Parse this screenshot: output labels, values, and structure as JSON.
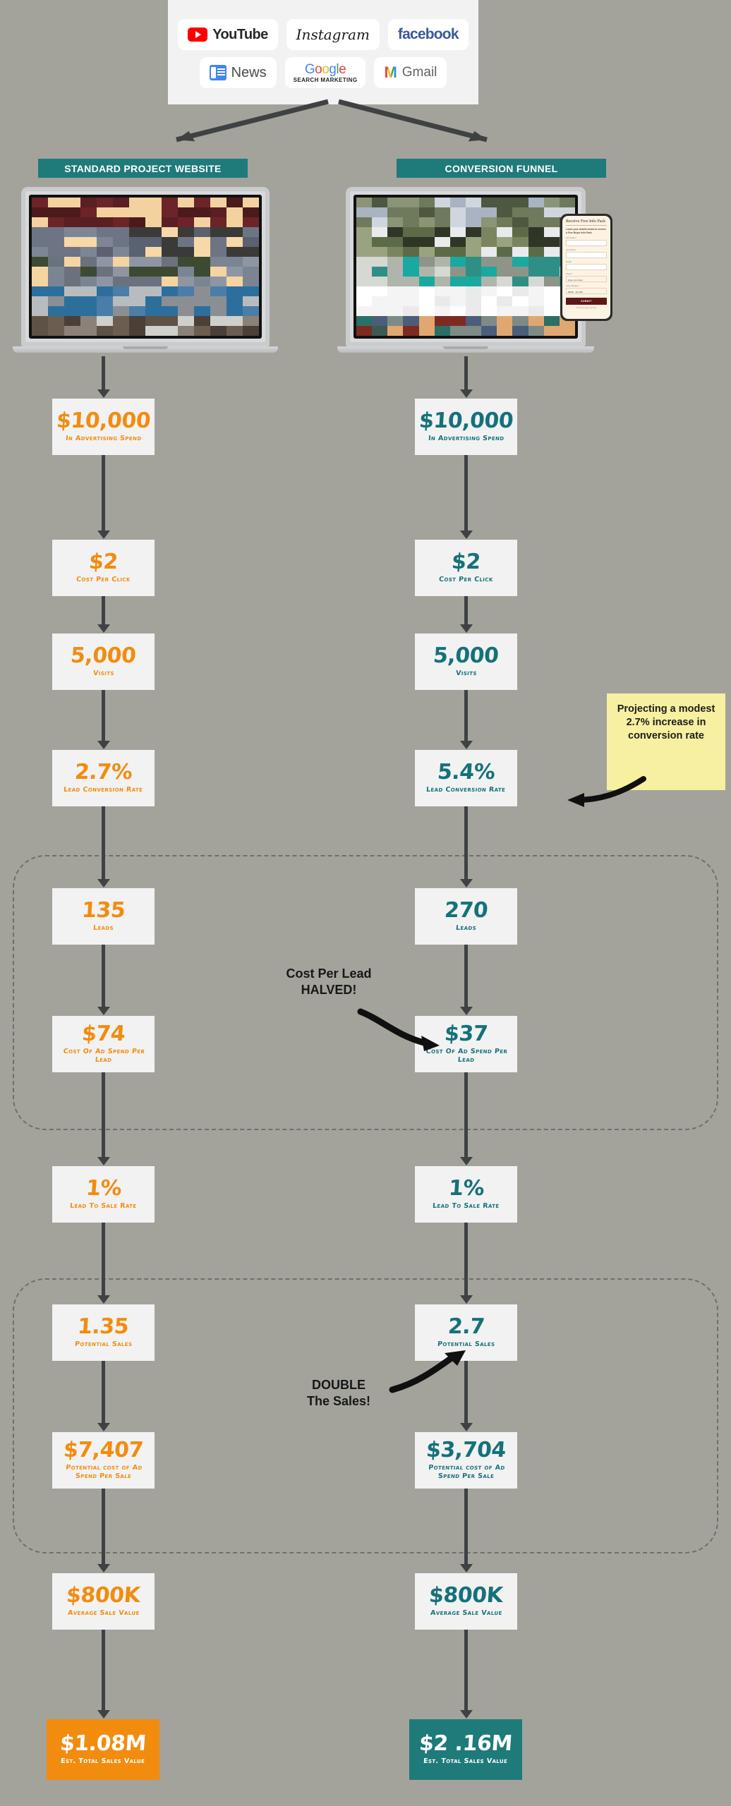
{
  "theme": {
    "background": "#a3a39c",
    "orange": "#f28c0f",
    "teal": "#15717a",
    "header_teal": "#1f7a7a",
    "box_bg": "#f2f2f2",
    "note_yellow": "#f7f0a0",
    "arrow": "#3f4143"
  },
  "logos": {
    "row1": [
      {
        "name": "youtube",
        "text": "YouTube"
      },
      {
        "name": "instagram",
        "text": "Instagram"
      },
      {
        "name": "facebook",
        "text": "facebook"
      }
    ],
    "row2": [
      {
        "name": "google-news",
        "text": "News"
      },
      {
        "name": "google-search-marketing",
        "text": "Google",
        "sub": "SEARCH MARKETING"
      },
      {
        "name": "gmail",
        "text": "Gmail",
        "mark": "M"
      }
    ]
  },
  "columns": {
    "left": {
      "header": "STANDARD PROJECT WEBSITE"
    },
    "right": {
      "header": "CONVERSION FUNNEL"
    }
  },
  "phone_form": {
    "title": "Receive Free Info Pack",
    "subtitle": "Leave your details below to receive a Free Buyer Info Pack.",
    "fields": [
      {
        "label": "First Name*",
        "value": ""
      },
      {
        "label": "Last Name*",
        "value": ""
      },
      {
        "label": "Email*",
        "value": ""
      },
      {
        "label": "Phone*",
        "value": "Enter your data"
      },
      {
        "label": "Select Budget*",
        "value": "$800k - $1.25M"
      }
    ],
    "submit": "SUBMIT",
    "footer": "We'll never share your info"
  },
  "funnel": {
    "rows": [
      {
        "key": "ad-spend",
        "left": {
          "value": "$10,000",
          "label": "In Advertising Spend"
        },
        "right": {
          "value": "$10,000",
          "label": "In Advertising Spend"
        }
      },
      {
        "key": "cost-per-click",
        "left": {
          "value": "$2",
          "label": "Cost Per Click"
        },
        "right": {
          "value": "$2",
          "label": "Cost Per Click"
        }
      },
      {
        "key": "visits",
        "left": {
          "value": "5,000",
          "label": "Visits"
        },
        "right": {
          "value": "5,000",
          "label": "Visits"
        }
      },
      {
        "key": "lead-conversion-rate",
        "left": {
          "value": "2.7%",
          "label": "Lead Conversion Rate"
        },
        "right": {
          "value": "5.4%",
          "label": "Lead Conversion Rate"
        }
      },
      {
        "key": "leads",
        "left": {
          "value": "135",
          "label": "Leads"
        },
        "right": {
          "value": "270",
          "label": "Leads"
        }
      },
      {
        "key": "cost-of-ad-spend-per-lead",
        "left": {
          "value": "$74",
          "label": "Cost Of Ad Spend Per Lead"
        },
        "right": {
          "value": "$37",
          "label": "Cost Of Ad Spend Per Lead"
        }
      },
      {
        "key": "lead-to-sale-rate",
        "left": {
          "value": "1%",
          "label": "Lead To Sale Rate"
        },
        "right": {
          "value": "1%",
          "label": "Lead To Sale Rate"
        }
      },
      {
        "key": "potential-sales",
        "left": {
          "value": "1.35",
          "label": "Potential Sales"
        },
        "right": {
          "value": "2.7",
          "label": "Potential Sales"
        }
      },
      {
        "key": "potential-cost-per-sale",
        "left": {
          "value": "$7,407",
          "label": "Potential cost of Ad Spend Per Sale"
        },
        "right": {
          "value": "$3,704",
          "label": "Potential cost of Ad Spend Per Sale"
        }
      },
      {
        "key": "average-sale-value",
        "left": {
          "value": "$800K",
          "label": "Average Sale Value"
        },
        "right": {
          "value": "$800K",
          "label": "Average Sale Value"
        }
      },
      {
        "key": "est-total-sales-value",
        "left": {
          "value": "$1.08M",
          "label": "Est. Total Sales Value"
        },
        "right": {
          "value": "$2 .16M",
          "label": "Est. Total Sales Value"
        }
      }
    ]
  },
  "annotations": {
    "note": "Projecting a modest 2.7% increase in conversion rate",
    "cost_per_lead": "Cost Per Lead\nHALVED!",
    "cost_per_lead_l1": "Cost Per Lead",
    "cost_per_lead_l2": "HALVED!",
    "double_l1": "DOUBLE",
    "double_l2": "The Sales!"
  }
}
